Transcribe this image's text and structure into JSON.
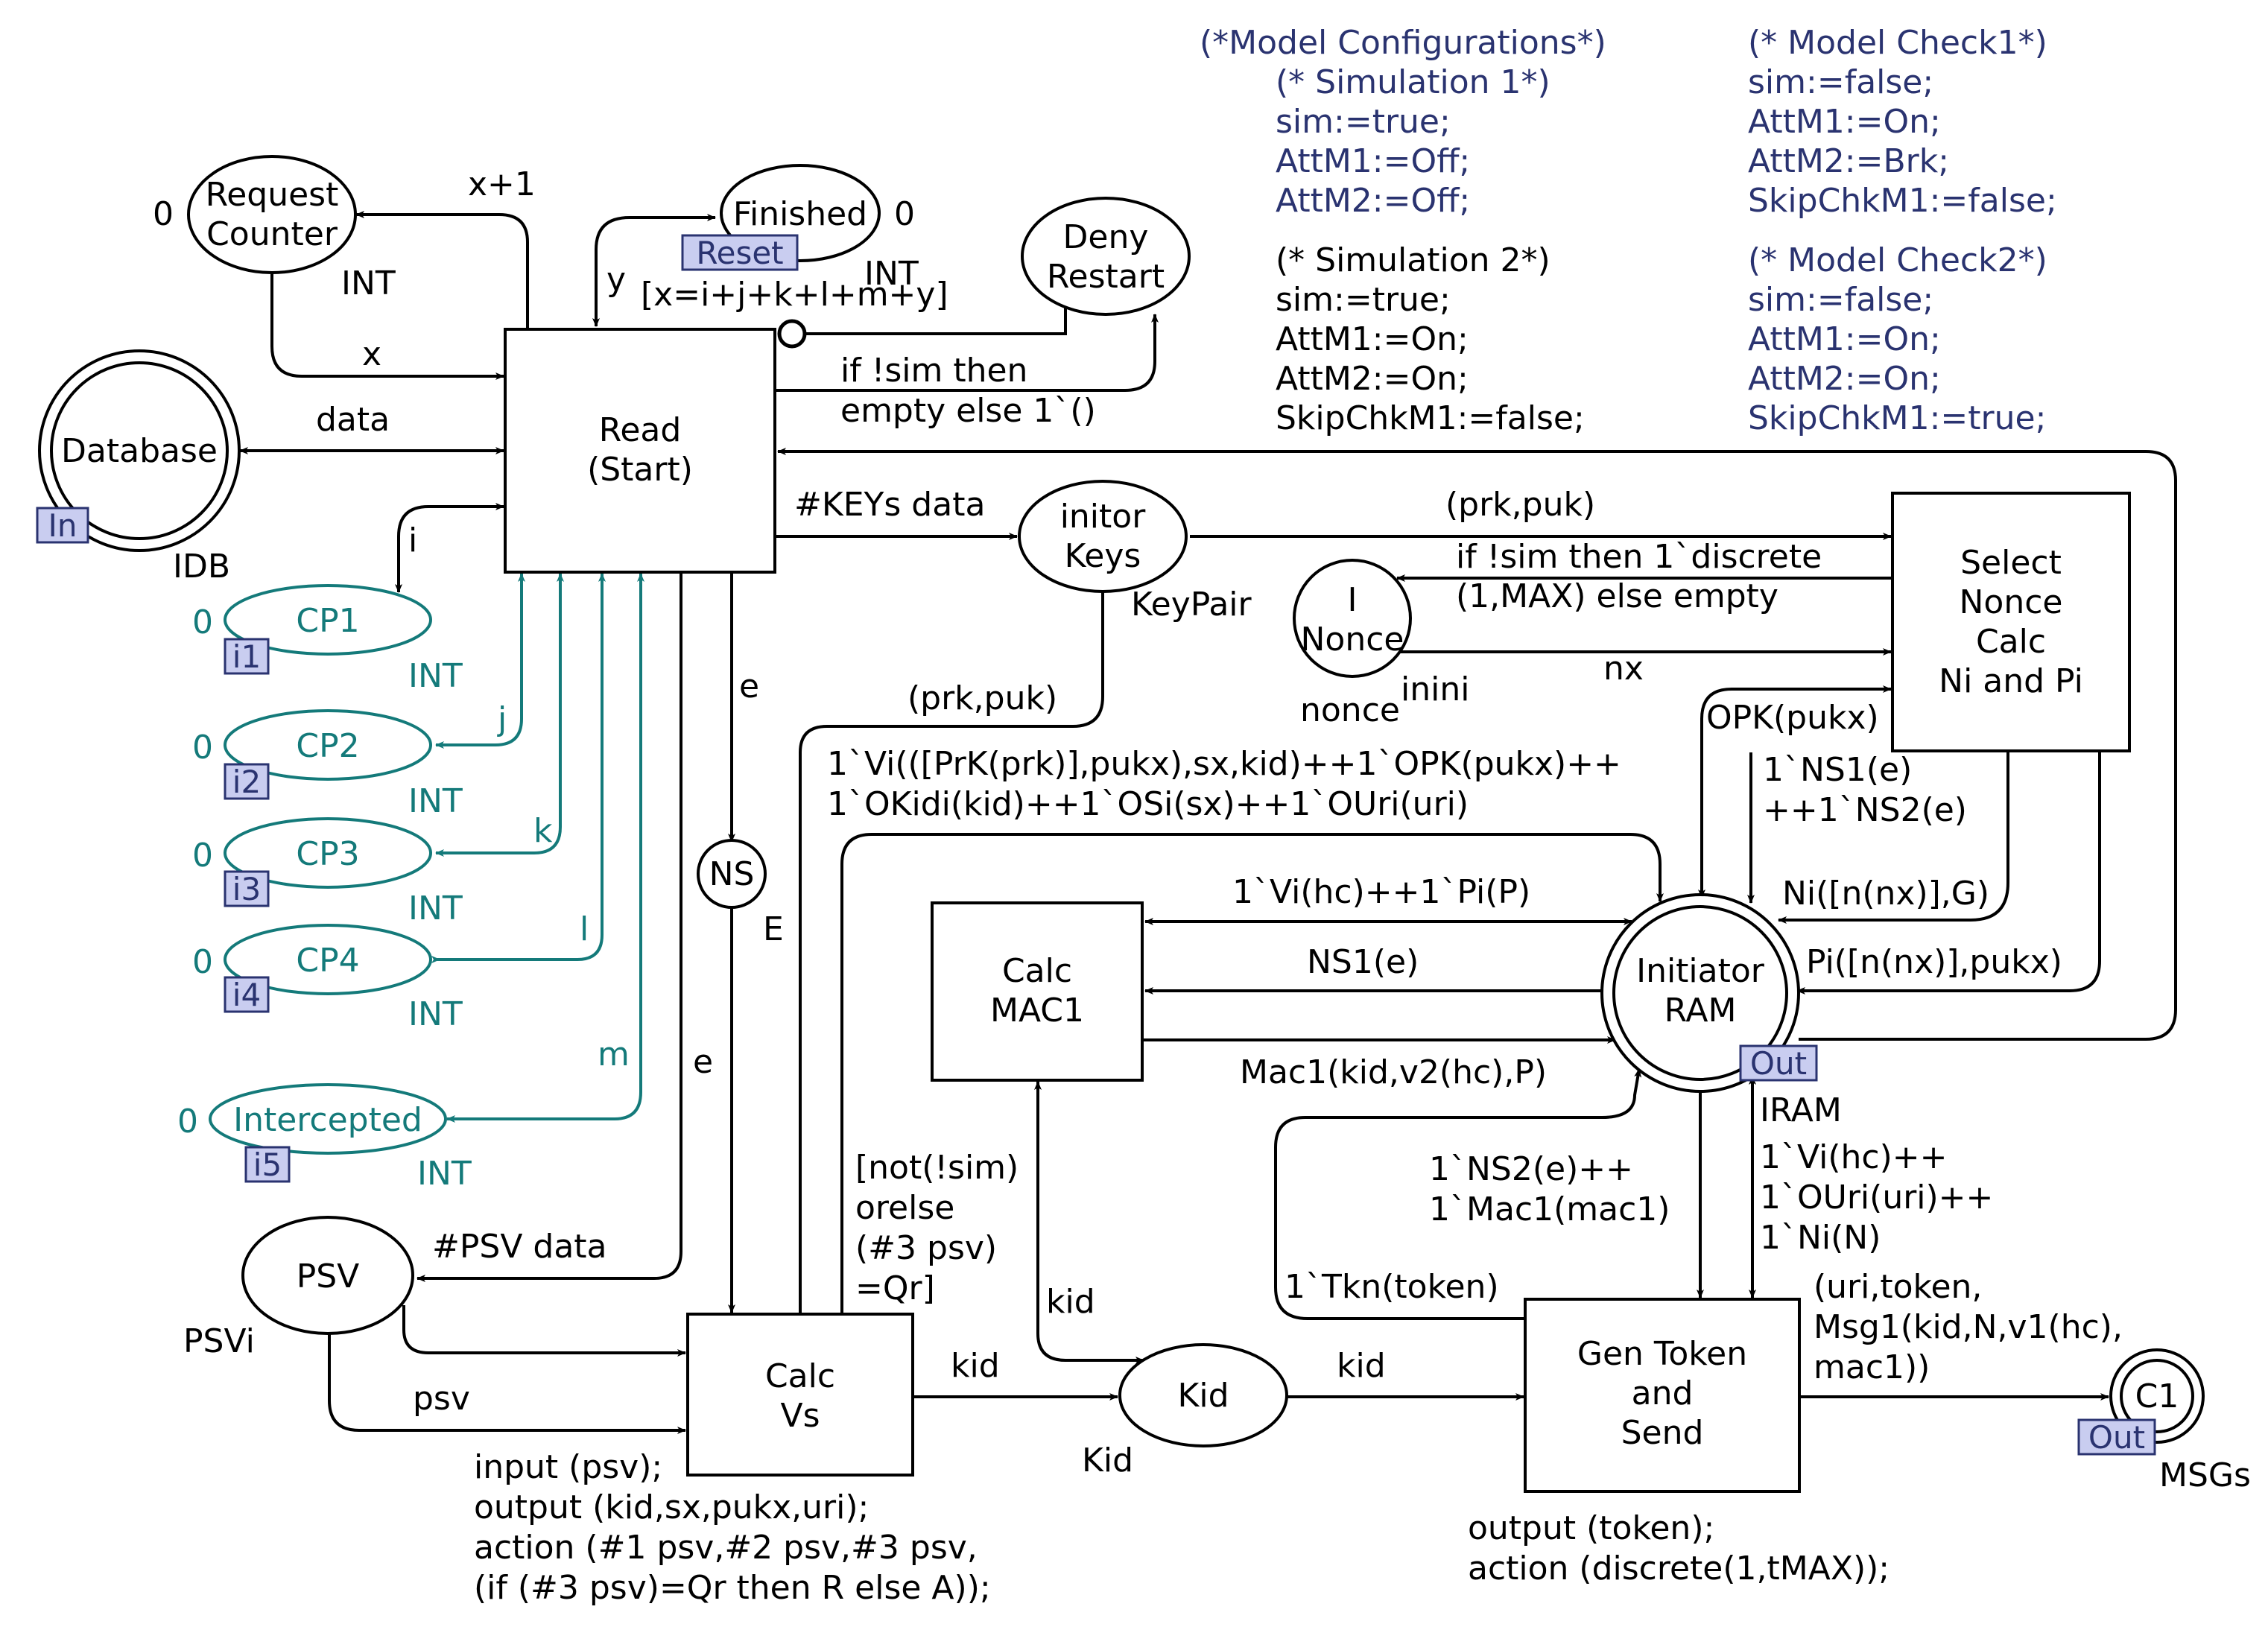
{
  "config": {
    "header": "(*Model Configurations*)",
    "sim1": [
      "(* Simulation 1*)",
      "sim:=true;",
      "AttM1:=Off;",
      "AttM2:=Off;"
    ],
    "sim2": [
      "(* Simulation 2*)",
      "sim:=true;",
      "AttM1:=On;",
      "AttM2:=On;",
      "SkipChkM1:=false;"
    ],
    "check1": [
      "(* Model Check1*)",
      "sim:=false;",
      "AttM1:=On;",
      "AttM2:=Brk;",
      "SkipChkM1:=false;"
    ],
    "check2": [
      "(* Model Check2*)",
      "sim:=false;",
      "AttM1:=On;",
      "AttM2:=On;",
      "SkipChkM1:=true;"
    ]
  },
  "places": {
    "request_counter": {
      "label": [
        "Request",
        "Counter"
      ],
      "marking": "0",
      "type": "INT"
    },
    "finished": {
      "label": "Finished",
      "marking": "0",
      "type": "INT",
      "tag": "Reset"
    },
    "deny_restart": {
      "label": [
        "Deny",
        "Restart"
      ]
    },
    "database": {
      "label": "Database",
      "tag": "In",
      "type": "IDB"
    },
    "cp1": {
      "label": "CP1",
      "marking": "0",
      "tag": "i1",
      "type": "INT"
    },
    "cp2": {
      "label": "CP2",
      "marking": "0",
      "tag": "i2",
      "type": "INT"
    },
    "cp3": {
      "label": "CP3",
      "marking": "0",
      "tag": "i3",
      "type": "INT"
    },
    "cp4": {
      "label": "CP4",
      "marking": "0",
      "tag": "i4",
      "type": "INT"
    },
    "intercepted": {
      "label": "Intercepted",
      "marking": "0",
      "tag": "i5",
      "type": "INT"
    },
    "initor_keys": {
      "label": [
        "initor",
        "Keys"
      ],
      "type": "KeyPair"
    },
    "i_nonce": {
      "label": [
        "I",
        "Nonce"
      ],
      "type": "nonce",
      "init": "inini"
    },
    "ns": {
      "label": "NS",
      "type": "E"
    },
    "initiator_ram": {
      "label": [
        "Initiator",
        "RAM"
      ],
      "tag": "Out",
      "type": "IRAM"
    },
    "psv": {
      "label": "PSV",
      "type": "PSVi"
    },
    "kid": {
      "label": "Kid",
      "type": "Kid"
    },
    "c1": {
      "label": "C1",
      "tag": "Out",
      "type": "MSGs"
    }
  },
  "transitions": {
    "read_start": [
      "Read",
      "(Start)"
    ],
    "select_nonce": [
      "Select",
      "Nonce",
      "Calc",
      "Ni and Pi"
    ],
    "calc_mac1": [
      "Calc",
      "MAC1"
    ],
    "calc_vs": [
      "Calc",
      "Vs"
    ],
    "gen_token": [
      "Gen Token",
      "and",
      "Send"
    ]
  },
  "arc_labels": {
    "x_plus_1": "x+1",
    "x": "x",
    "y": "y",
    "guard_read": "[x=i+j+k+l+m+y]",
    "deny_expr": [
      "if !sim then",
      "empty else 1`()"
    ],
    "data": "data",
    "i": "i",
    "j": "j",
    "k": "k",
    "l": "l",
    "m": "m",
    "keys_data": "#KEYs data",
    "prk_puk_top": "(prk,puk)",
    "nonce_expr": [
      "if !sim then 1`discrete",
      "(1,MAX) else empty"
    ],
    "nx": "nx",
    "e_upper": "e",
    "e_lower": "e",
    "prk_puk_left": "(prk,puk)",
    "vi_expr": [
      "1`Vi(([PrK(prk)],pukx),sx,kid)++1`OPK(pukx)++",
      "1`OKidi(kid)++1`OSi(sx)++1`OUri(uri)"
    ],
    "opk": "OPK(pukx)",
    "ns1_ns2": [
      "1`NS1(e)",
      "++1`NS2(e)"
    ],
    "ni_expr": "Ni([n(nx)],G)",
    "pi_expr": "Pi([n(nx)],pukx)",
    "vi_pi": "1`Vi(hc)++1`Pi(P)",
    "ns1": "NS1(e)",
    "mac1": "Mac1(kid,v2(hc),P)",
    "ns2_mac": [
      "1`NS2(e)++",
      "1`Mac1(mac1)"
    ],
    "ram_read": [
      "1`Vi(hc)++",
      "1`OUri(uri)++",
      "1`Ni(N)"
    ],
    "tkn": "1`Tkn(token)",
    "guard_vs": [
      "[not(!sim)",
      "orelse",
      "(#3 psv)",
      "=Qr]"
    ],
    "psv_data": "#PSV data",
    "psv": "psv",
    "kid_a": "kid",
    "kid_b": "kid",
    "kid_c": "kid",
    "msg": [
      "(uri,token,",
      "Msg1(kid,N,v1(hc),",
      "mac1))"
    ]
  },
  "code_segments": {
    "calc_vs": [
      "input (psv);",
      "output (kid,sx,pukx,uri);",
      "action (#1 psv,#2 psv,#3 psv,",
      "(if (#3 psv)=Qr then R else A));"
    ],
    "gen_token": [
      "output (token);",
      "action (discrete(1,tMAX));"
    ]
  },
  "colors": {
    "ink": "#000000",
    "teal": "#147a7a",
    "navy": "#2a3370",
    "tag_fill": "#c9cdf0"
  }
}
